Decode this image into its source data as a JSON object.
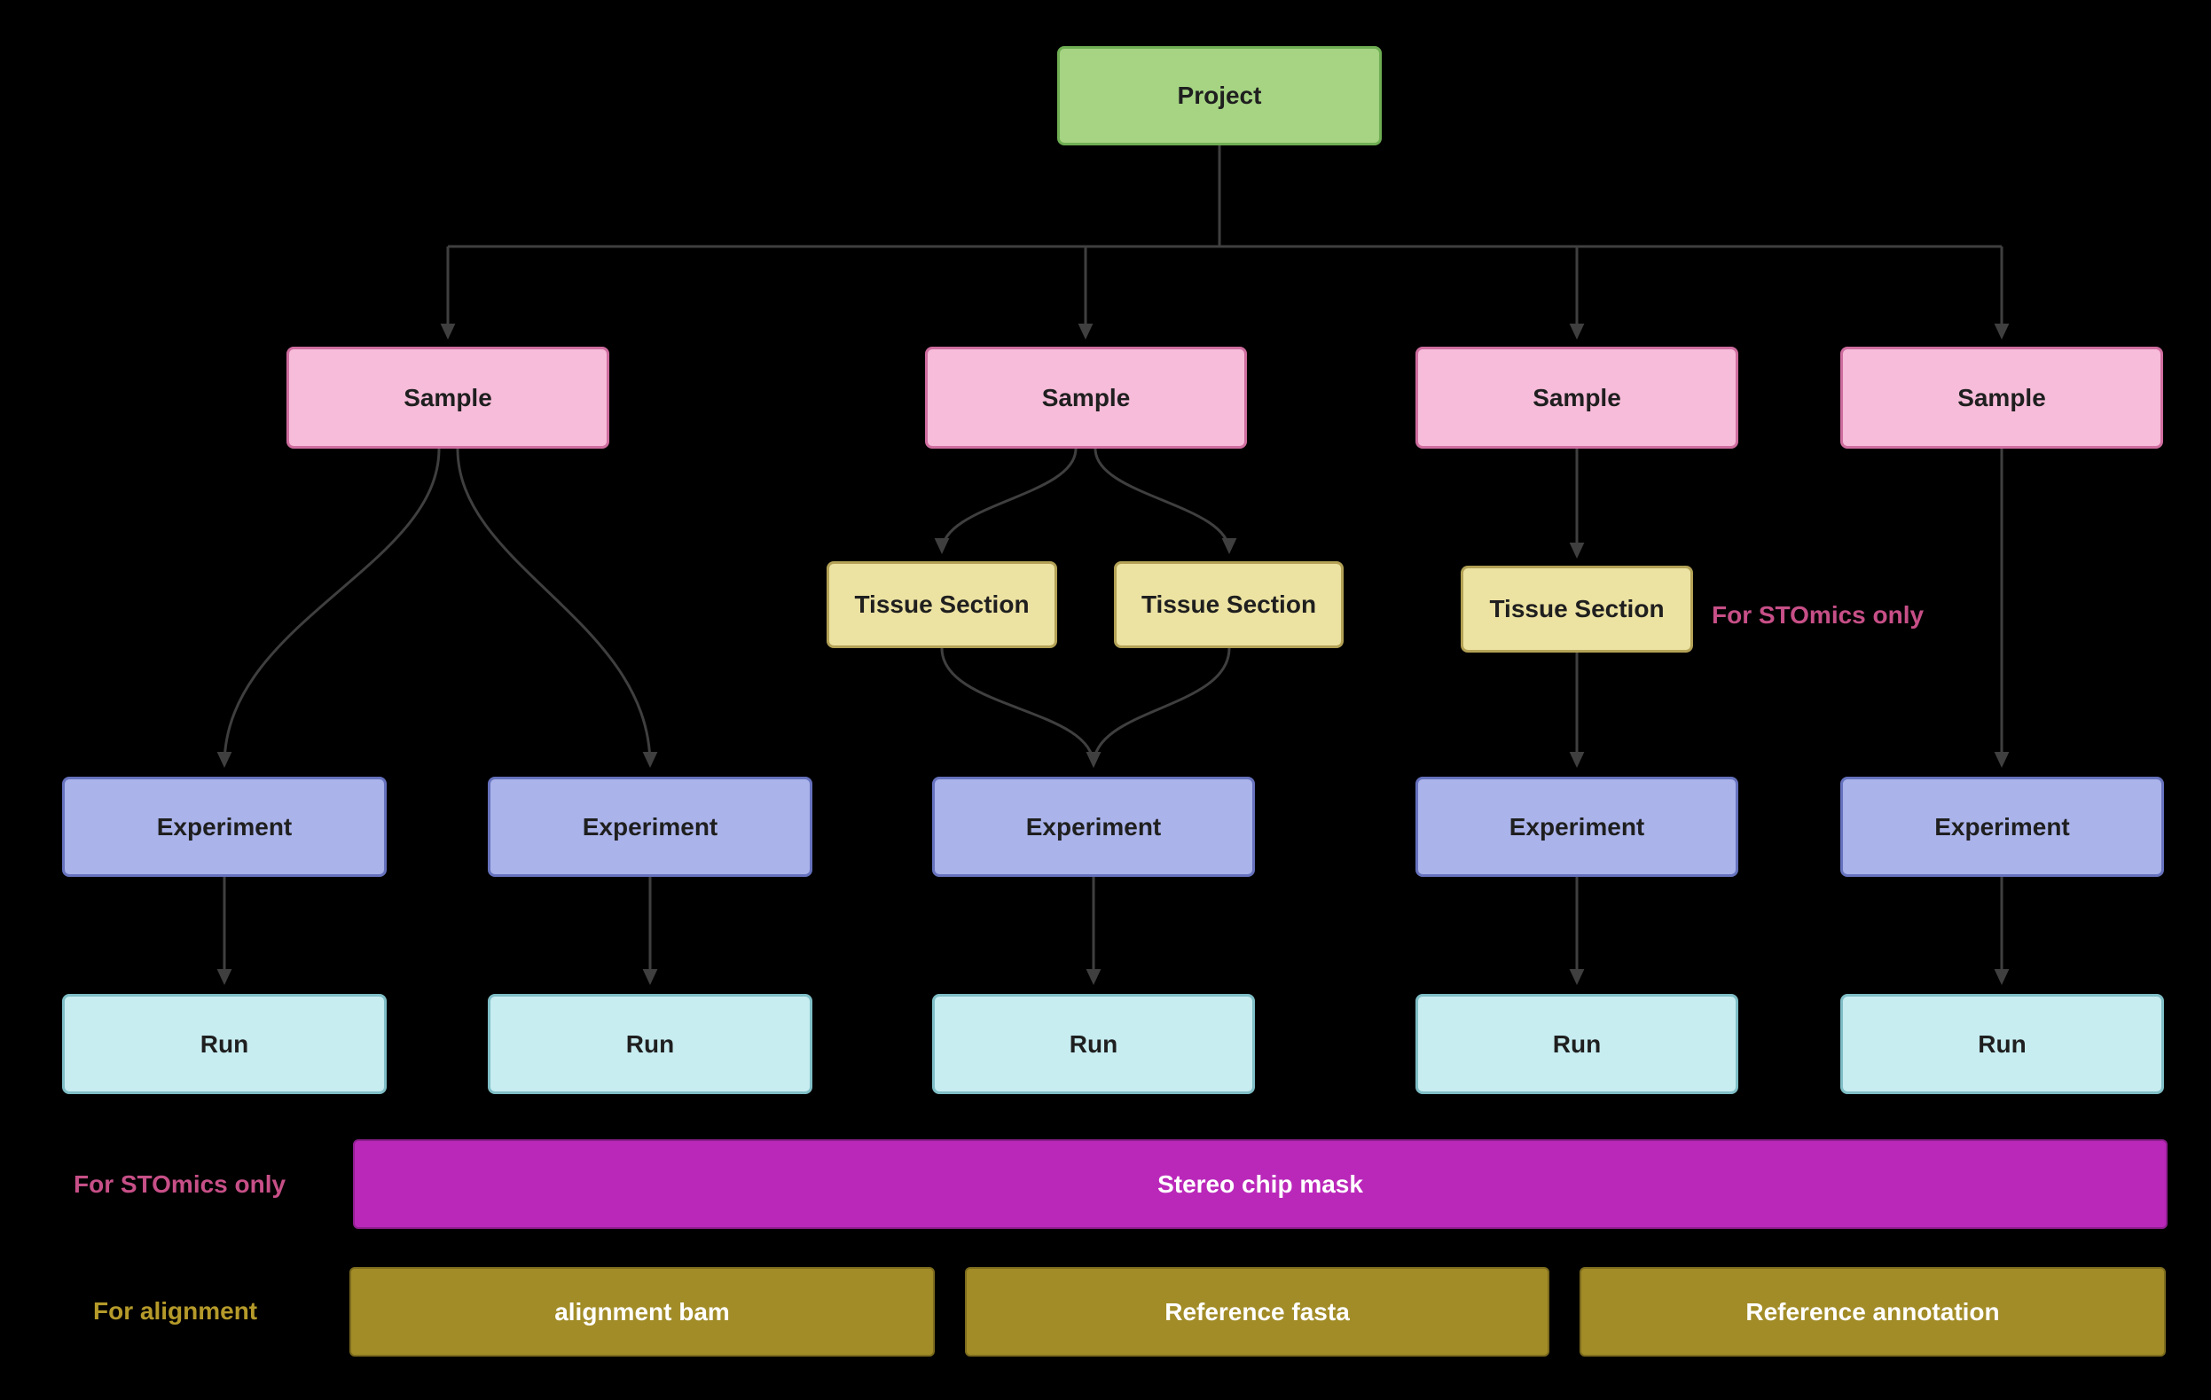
{
  "nodes": {
    "project": "Project",
    "samples": [
      "Sample",
      "Sample",
      "Sample",
      "Sample"
    ],
    "tissue_sections": [
      "Tissue Section",
      "Tissue Section",
      "Tissue Section"
    ],
    "experiments": [
      "Experiment",
      "Experiment",
      "Experiment",
      "Experiment",
      "Experiment"
    ],
    "runs": [
      "Run",
      "Run",
      "Run",
      "Run",
      "Run"
    ]
  },
  "annotations": {
    "tissue_note": "For STOmics only",
    "mask_note": "For STOmics only",
    "alignment_note": "For alignment"
  },
  "resources": {
    "stereo_chip_mask": "Stereo chip mask",
    "alignment_bam": "alignment bam",
    "reference_fasta": "Reference fasta",
    "reference_annotation": "Reference annotation"
  },
  "colors": {
    "background": "#000000",
    "edge": "#3f3f3f",
    "node_text": "#1f1f1f",
    "bar_text": "#ffffff",
    "project_fill": "#a6d483",
    "project_border": "#6fae53",
    "sample_fill": "#f7bcd9",
    "sample_border": "#cf6d9f",
    "tissue_fill": "#ece2a2",
    "tissue_border": "#b3a256",
    "experiment_fill": "#aab3ea",
    "experiment_border": "#6672bd",
    "run_fill": "#c7edf1",
    "run_border": "#7fbec6",
    "mask_fill": "#ba28ba",
    "mask_border": "#8f1f8f",
    "alignment_fill": "#a28c27",
    "alignment_border": "#7d6c1e",
    "stomics_note_color": "#c74f87",
    "alignment_note_color": "#b59a2a"
  }
}
